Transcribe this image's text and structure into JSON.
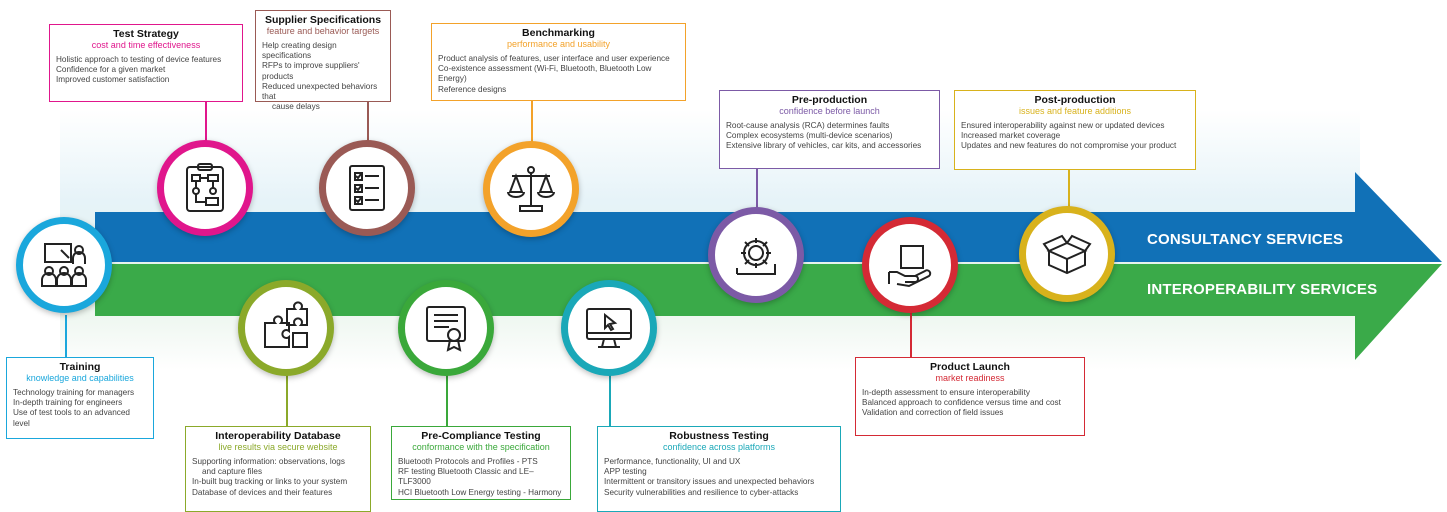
{
  "colors": {
    "training": "#1aa7dc",
    "test_strategy": "#e0168c",
    "interop_db": "#8ba92a",
    "supplier": "#9a5a55",
    "precompliance": "#3aa83a",
    "benchmarking": "#f3a22a",
    "robustness": "#1aa8b8",
    "preproduction": "#7c5aa6",
    "product_launch": "#d42a35",
    "postproduction": "#d8b21c",
    "consultancy_arrow": "#1171b7",
    "interop_arrow": "#3aaa49"
  },
  "bands": {
    "consultancy": "CONSULTANCY SERVICES",
    "interoperability": "INTEROPERABILITY SERVICES"
  },
  "stages": {
    "training": {
      "icon": "presentation-group-icon",
      "title": "Training",
      "subtitle": "knowledge and capabilities",
      "items": [
        "Technology training for managers",
        "In-depth training for engineers",
        "Use of test tools to an advanced level"
      ]
    },
    "test_strategy": {
      "icon": "flowchart-clipboard-icon",
      "title": "Test Strategy",
      "subtitle": "cost and time effectiveness",
      "items": [
        "Holistic approach to testing of device features",
        "Confidence for a given market",
        "Improved customer satisfaction"
      ]
    },
    "interop_db": {
      "icon": "puzzle-icon",
      "title": "Interoperability Database",
      "subtitle": "live results via secure website",
      "items": [
        "Supporting information: observations, logs",
        "and capture files",
        "In-built bug tracking or links to your system",
        "Database of devices and their features"
      ]
    },
    "supplier": {
      "icon": "checklist-icon",
      "title": "Supplier Specifications",
      "subtitle": "feature and behavior targets",
      "items": [
        "Help creating design specifications",
        "RFPs to improve suppliers' products",
        "Reduced unexpected behaviors that",
        "cause delays"
      ]
    },
    "precompliance": {
      "icon": "certificate-icon",
      "title": "Pre-Compliance Testing",
      "subtitle": "conformance with the specification",
      "items": [
        "Bluetooth Protocols and Profiles - PTS",
        "RF testing Bluetooth Classic and LE–TLF3000",
        "HCI Bluetooth Low Energy testing - Harmony"
      ]
    },
    "benchmarking": {
      "icon": "balance-scale-icon",
      "title": "Benchmarking",
      "subtitle": "performance and usability",
      "items": [
        "Product analysis of features, user interface and user experience",
        "Co-existence assessment (Wi-Fi, Bluetooth, Bluetooth Low Energy)",
        "Reference designs"
      ]
    },
    "robustness": {
      "icon": "monitor-cursor-icon",
      "title": "Robustness Testing",
      "subtitle": "confidence across platforms",
      "items": [
        "Performance, functionality, UI and UX",
        "APP testing",
        "Intermittent or transitory issues and unexpected behaviors",
        "Security vulnerabilities and resilience to cyber-attacks"
      ]
    },
    "preproduction": {
      "icon": "gear-blueprint-icon",
      "title": "Pre-production",
      "subtitle": "confidence before launch",
      "items": [
        "Root-cause analysis (RCA) determines faults",
        "Complex ecosystems (multi-device scenarios)",
        "Extensive library of vehicles, car kits, and accessories"
      ]
    },
    "product_launch": {
      "icon": "hand-box-icon",
      "title": "Product Launch",
      "subtitle": "market readiness",
      "items": [
        "In-depth assessment to ensure interoperability",
        "Balanced approach to confidence versus time and cost",
        "Validation and correction of field issues"
      ]
    },
    "postproduction": {
      "icon": "open-box-icon",
      "title": "Post-production",
      "subtitle": "issues and feature additions",
      "items": [
        "Ensured interoperability against new or updated devices",
        "Increased market coverage",
        "Updates and new features do not compromise your product"
      ]
    }
  }
}
